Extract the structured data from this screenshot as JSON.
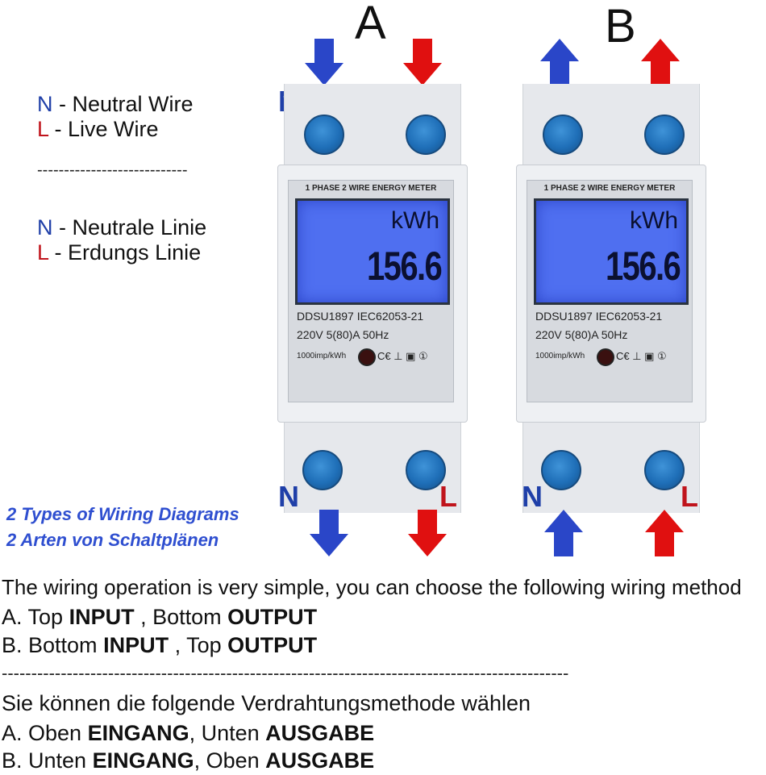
{
  "legend": {
    "en_n_symbol": "N",
    "en_n_text": " - Neutral Wire",
    "en_l_symbol": "L",
    "en_l_text": " - Live Wire",
    "separator": "----------------------------",
    "de_n_symbol": "N",
    "de_n_text": " - Neutrale Linie",
    "de_l_symbol": "L",
    "de_l_text": " - Erdungs Linie"
  },
  "diagram_caption": {
    "line1": "2 Types of Wiring Diagrams",
    "line2": "2 Arten von Schaltplänen"
  },
  "meters": [
    {
      "letter": "A",
      "top_direction": "down",
      "bottom_direction": "down",
      "terminal_left": "N",
      "terminal_right": "L"
    },
    {
      "letter": "B",
      "top_direction": "up",
      "bottom_direction": "up",
      "terminal_left": "N",
      "terminal_right": "L"
    }
  ],
  "meter_face": {
    "title": "1 PHASE 2 WIRE ENERGY METER",
    "unit": "kWh",
    "reading": "156.6",
    "model": "DDSU1897  IEC62053-21",
    "ratings": "220V    5(80)A    50Hz",
    "pulse": "1000imp/kWh",
    "marks": "C€ ⊥ ▣ ①"
  },
  "colors": {
    "neutral": "#1f3fa8",
    "live": "#c0141c",
    "arrow_blue": "#2a46c8",
    "arrow_red": "#e01010",
    "lcd": "#4f6ff0"
  },
  "instructions": {
    "intro": "The wiring operation is very simple, you can choose the following wiring method",
    "a_prefix": "A. Top ",
    "a_input": "INPUT",
    "a_mid": " , Bottom ",
    "a_output": "OUTPUT",
    "b_prefix": "B. Bottom ",
    "b_input": "INPUT",
    "b_mid": " , Top ",
    "b_output": "OUTPUT",
    "separator": "------------------------------------------------------------------------------------------------",
    "de_intro": "Sie können die folgende Verdrahtungsmethode wählen",
    "de_a_prefix": "A. Oben ",
    "de_a_input": "EINGANG",
    "de_a_mid": ", Unten ",
    "de_a_output": "AUSGABE",
    "de_b_prefix": "B. Unten ",
    "de_b_input": "EINGANG",
    "de_b_mid": ", Oben ",
    "de_b_output": "AUSGABE"
  }
}
